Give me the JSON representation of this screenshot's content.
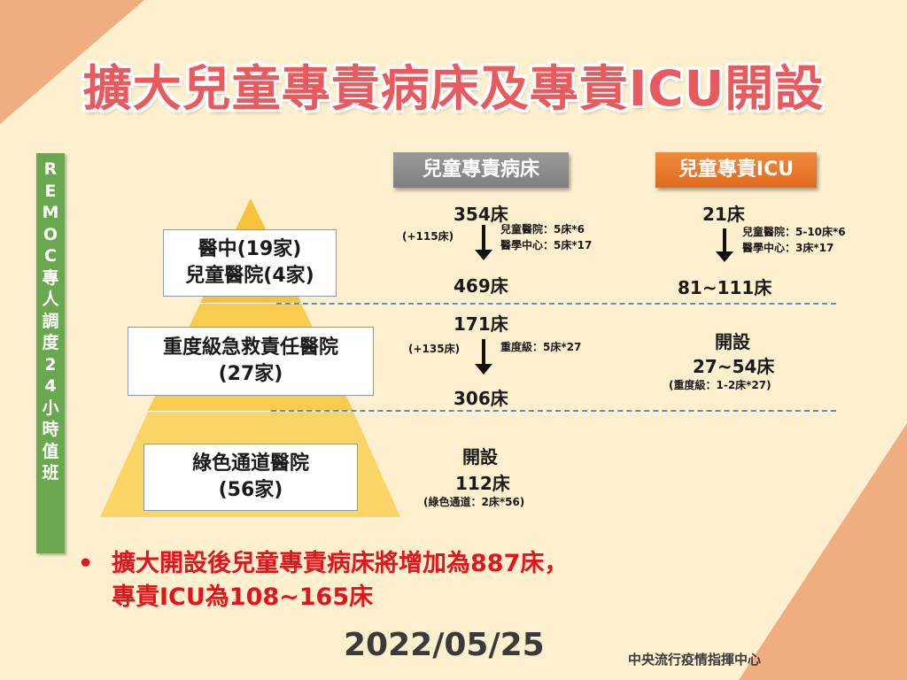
{
  "title": "擴大兒童專責病床及專責ICU開設",
  "side_banner": {
    "chars": [
      "R",
      "E",
      "M",
      "O",
      "C",
      "專",
      "人",
      "調",
      "度",
      "2",
      "4",
      "小",
      "時",
      "值",
      "班"
    ]
  },
  "pyramid": {
    "tiers": [
      {
        "line1": "醫中(19家)",
        "line2": "兒童醫院(4家)"
      },
      {
        "line1": "重度級急救責任醫院",
        "line2": "(27家)"
      },
      {
        "line1": "綠色通道醫院",
        "line2": "(56家)"
      }
    ]
  },
  "columns": {
    "beds_header": "兒童專責病床",
    "icu_header": "兒童專責ICU"
  },
  "beds": {
    "tier1": {
      "from": "354床",
      "delta": "(+115床)",
      "note1": "兒童醫院：5床*6",
      "note2": "醫學中心：5床*17",
      "to": "469床"
    },
    "tier2": {
      "from": "171床",
      "delta": "(+135床)",
      "note1": "重度級：5床*27",
      "to": "306床"
    },
    "tier3": {
      "label": "開設",
      "value": "112床",
      "note": "(綠色通道：2床*56)"
    }
  },
  "icu": {
    "tier1": {
      "from": "21床",
      "note1": "兒童醫院：5-10床*6",
      "note2": "醫學中心：3床*17",
      "to": "81~111床"
    },
    "tier2": {
      "label": "開設",
      "value": "27~54床",
      "note": "(重度級：1-2床*27)"
    }
  },
  "summary": {
    "bullet": "•",
    "line1": "擴大開設後兒童專責病床將增加為887床，",
    "line2": "專責ICU為108~165床"
  },
  "footer": {
    "date": "2022/05/25",
    "org": "中央流行疫情指揮中心"
  },
  "colors": {
    "background": "#FEF0CF",
    "corner_accent": "#F0AE80",
    "title": "#E85A5E",
    "banner_green": "#6AA84F",
    "pyramid_top": "#F8C23C",
    "pyramid_mid": "#F9CB4E",
    "pyramid_bottom": "#FBD566",
    "summary_red": "#E3141C",
    "dash_blue": "#5B8FC7"
  }
}
